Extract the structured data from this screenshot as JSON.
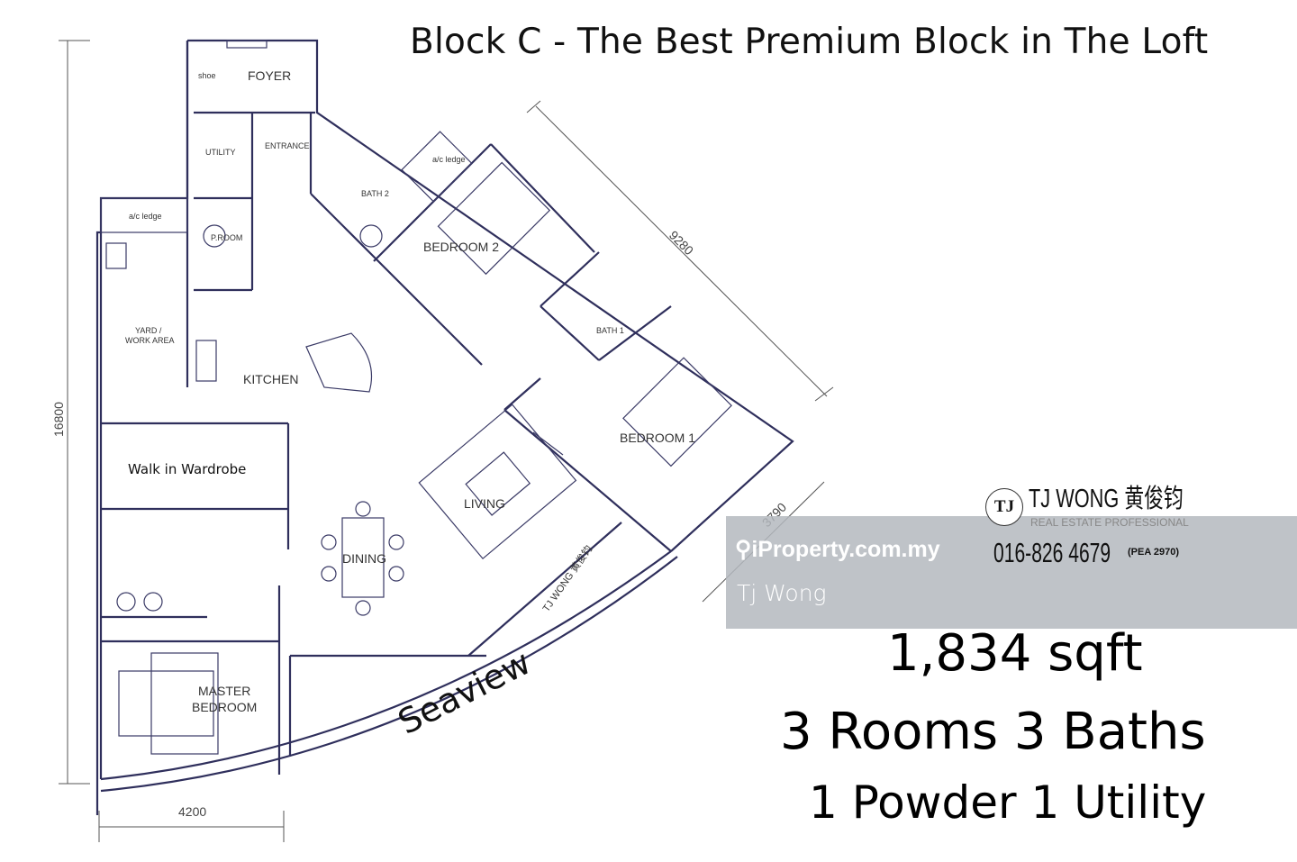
{
  "title": "Block C - The Best Premium Block in The Loft",
  "rooms": {
    "shoe": "shoe",
    "foyer": "FOYER",
    "entrance": "ENTRANCE",
    "utility": "UTILITY",
    "proom": "P.ROOM",
    "ac_ledge_1": "a/c ledge",
    "ac_ledge_2": "a/c ledge",
    "bath2": "BATH 2",
    "bedroom2": "BEDROOM 2",
    "yard": "YARD /",
    "work_area": "WORK AREA",
    "kitchen": "KITCHEN",
    "bath1": "BATH 1",
    "bedroom1": "BEDROOM 1",
    "walk_in_wardrobe": "Walk in Wardrobe",
    "living": "LIVING",
    "dining": "DINING",
    "master": "MASTER",
    "bedroom": "BEDROOM"
  },
  "dimensions": {
    "height": "16800",
    "width_left": "4200",
    "diag_right": "9280",
    "diag_small": "3790"
  },
  "seaview": "Seaview",
  "watermark": {
    "site": "iProperty.com.my",
    "agent": "Tj Wong",
    "logo": "TJ",
    "brand": "TJ WONG 黄俊钧",
    "subtitle": "REAL ESTATE PROFESSIONAL",
    "phone": "016-826 4679",
    "pea": "(PEA 2970)",
    "stamp": "TJ WONG 黄俊钧"
  },
  "summary": {
    "area": "1,834 sqft",
    "rooms_baths": "3 Rooms 3 Baths",
    "extras": "1 Powder 1 Utility"
  }
}
